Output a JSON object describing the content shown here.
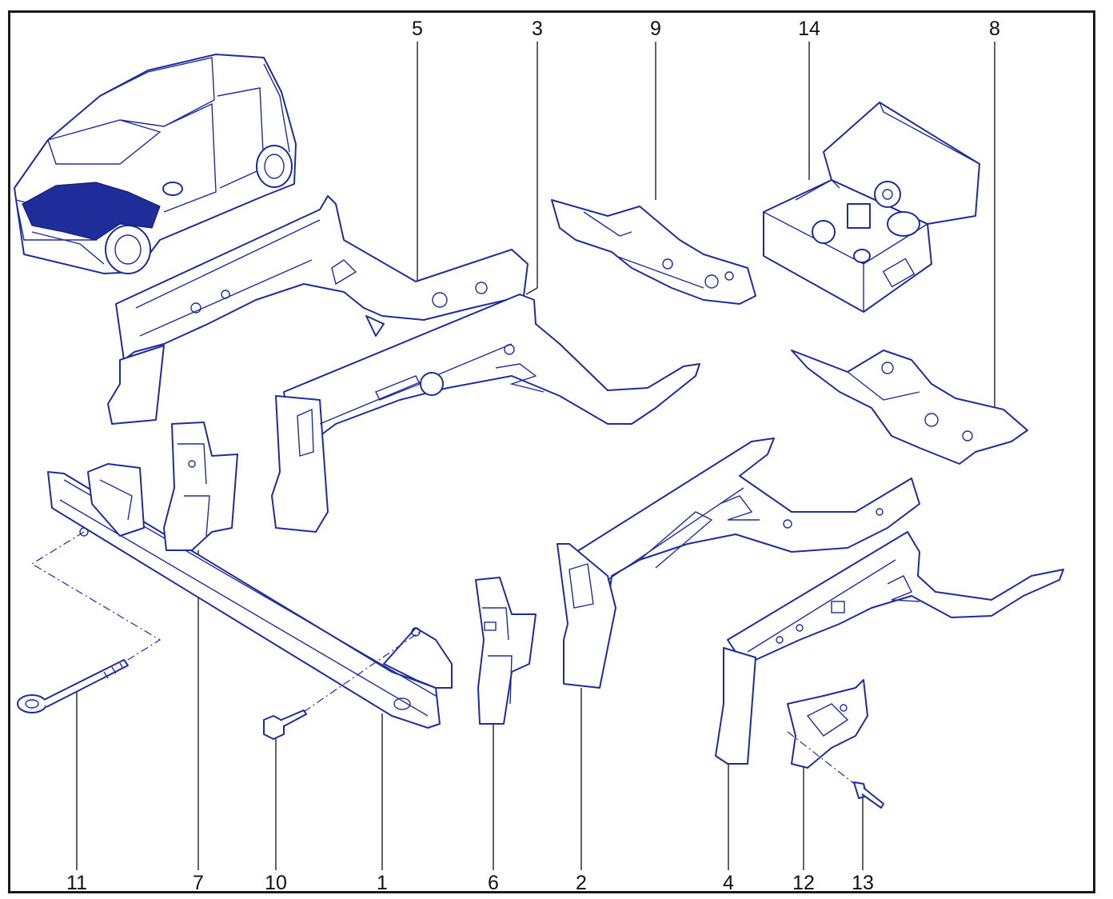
{
  "diagram": {
    "line_color": "#1e2d9a",
    "highlight_color": "#1e2d9a",
    "frame_color": "#1a1a1a",
    "callouts": [
      {
        "id": "5",
        "text": "5"
      },
      {
        "id": "3",
        "text": "3"
      },
      {
        "id": "9",
        "text": "9"
      },
      {
        "id": "14",
        "text": "14"
      },
      {
        "id": "8",
        "text": "8"
      },
      {
        "id": "11",
        "text": "11"
      },
      {
        "id": "7",
        "text": "7"
      },
      {
        "id": "10",
        "text": "10"
      },
      {
        "id": "1",
        "text": "1"
      },
      {
        "id": "6",
        "text": "6"
      },
      {
        "id": "2",
        "text": "2"
      },
      {
        "id": "4",
        "text": "4"
      },
      {
        "id": "12",
        "text": "12"
      },
      {
        "id": "13",
        "text": "13"
      }
    ],
    "parts": [
      {
        "id": "car",
        "name": "car-overview-illustration",
        "highlight": "front-structure"
      },
      {
        "id": "1",
        "name": "front-bumper-crossmember"
      },
      {
        "id": "2",
        "name": "right-front-side-member"
      },
      {
        "id": "3",
        "name": "left-front-side-member"
      },
      {
        "id": "4",
        "name": "right-lower-side-member"
      },
      {
        "id": "5",
        "name": "left-upper-side-member"
      },
      {
        "id": "6",
        "name": "right-crossmember-bracket"
      },
      {
        "id": "7",
        "name": "left-crossmember-bracket"
      },
      {
        "id": "8",
        "name": "right-floor-reinforcement"
      },
      {
        "id": "9",
        "name": "left-floor-reinforcement"
      },
      {
        "id": "10",
        "name": "bolt"
      },
      {
        "id": "11",
        "name": "towing-eye"
      },
      {
        "id": "12",
        "name": "closing-panel"
      },
      {
        "id": "13",
        "name": "rivet"
      },
      {
        "id": "14",
        "name": "fastener-kit-box"
      }
    ]
  }
}
